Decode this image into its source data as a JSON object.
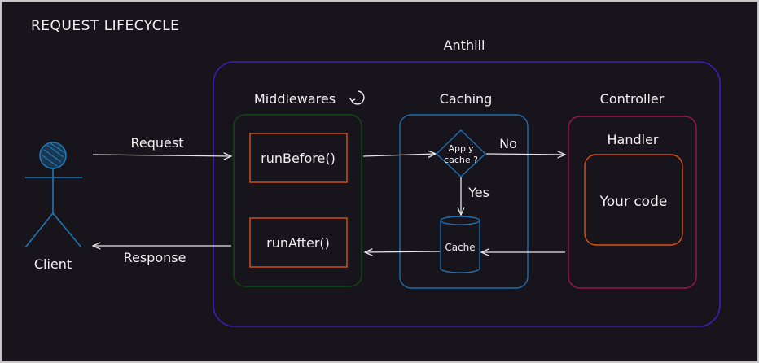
{
  "title": "REQUEST LIFECYCLE",
  "groups": {
    "anthill": "Anthill",
    "middlewares": "Middlewares",
    "caching": "Caching",
    "controller": "Controller"
  },
  "nodes": {
    "client": "Client",
    "run_before": "runBefore()",
    "run_after": "runAfter()",
    "apply_cache_line1": "Apply",
    "apply_cache_line2": "cache ?",
    "cache": "Cache",
    "handler": "Handler",
    "your_code": "Your code"
  },
  "edges": {
    "request": "Request",
    "response": "Response",
    "no": "No",
    "yes": "Yes"
  },
  "colors": {
    "background": "#17141c",
    "text": "#f0f0f0",
    "anthill_border": "#3d1fb8",
    "middlewares_border": "#0f4a14",
    "caching_border": "#1c6fb3",
    "controller_border": "#9c1747",
    "orange_box": "#d9531a",
    "client_blue": "#1f78b4",
    "arrow": "#e6e6e6"
  },
  "icons": {
    "middlewares_loop": "refresh-loop-icon"
  }
}
